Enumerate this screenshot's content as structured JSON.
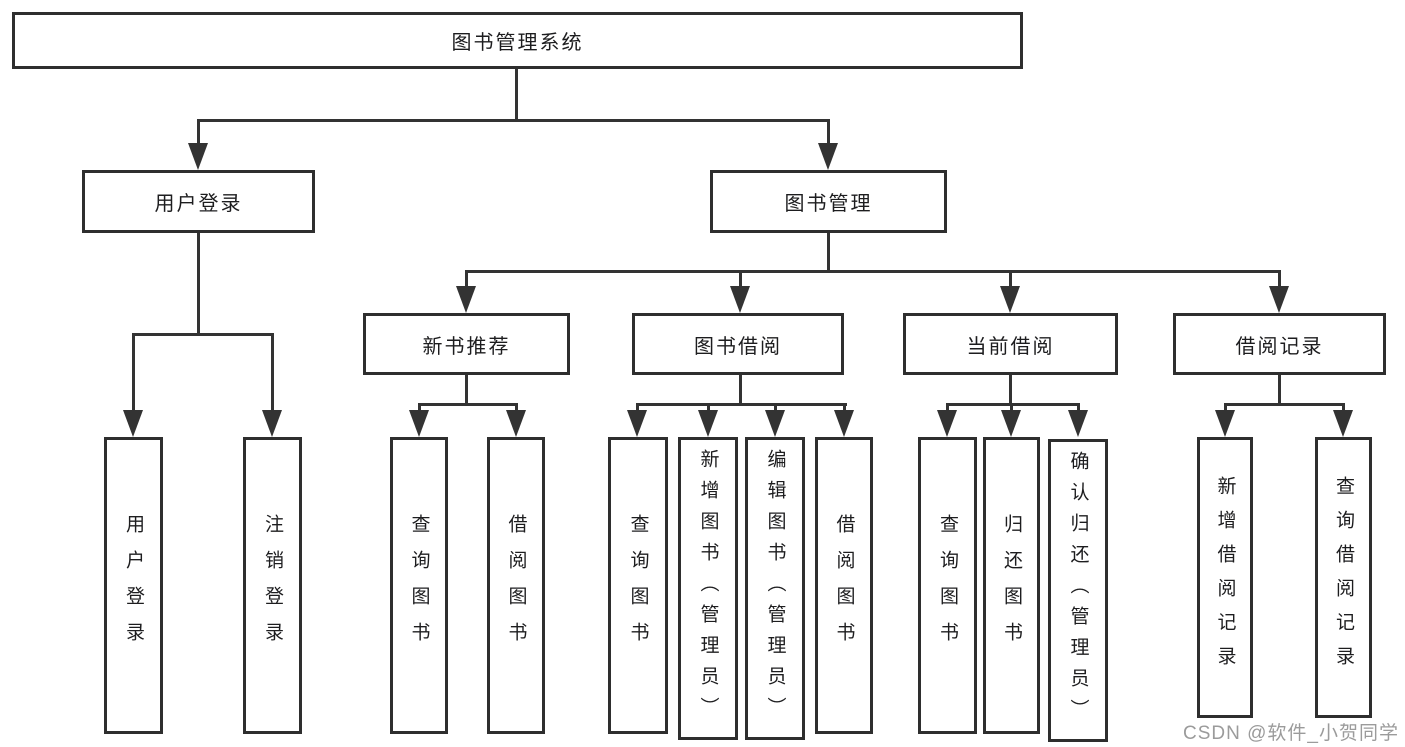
{
  "tree": {
    "label": "图书管理系统",
    "children": [
      {
        "label": "用户登录",
        "children": [
          {
            "label": "用户登录"
          },
          {
            "label": "注销登录"
          }
        ]
      },
      {
        "label": "图书管理",
        "children": [
          {
            "label": "新书推荐",
            "children": [
              {
                "label": "查询图书"
              },
              {
                "label": "借阅图书"
              }
            ]
          },
          {
            "label": "图书借阅",
            "children": [
              {
                "label": "查询图书"
              },
              {
                "label": "新增图书（管理员）"
              },
              {
                "label": "编辑图书（管理员）"
              },
              {
                "label": "借阅图书"
              }
            ]
          },
          {
            "label": "当前借阅",
            "children": [
              {
                "label": "查询图书"
              },
              {
                "label": "归还图书"
              },
              {
                "label": "确认归还（管理员）"
              }
            ]
          },
          {
            "label": "借阅记录",
            "children": [
              {
                "label": "新增借阅记录"
              },
              {
                "label": "查询借阅记录"
              }
            ]
          }
        ]
      }
    ]
  },
  "watermark": "CSDN @软件_小贺同学",
  "colors": {
    "line": "#333333",
    "text": "#1d1d1f",
    "box_border": "#2e2e2e",
    "watermark": "#9b9b9b",
    "background": "#ffffff"
  }
}
